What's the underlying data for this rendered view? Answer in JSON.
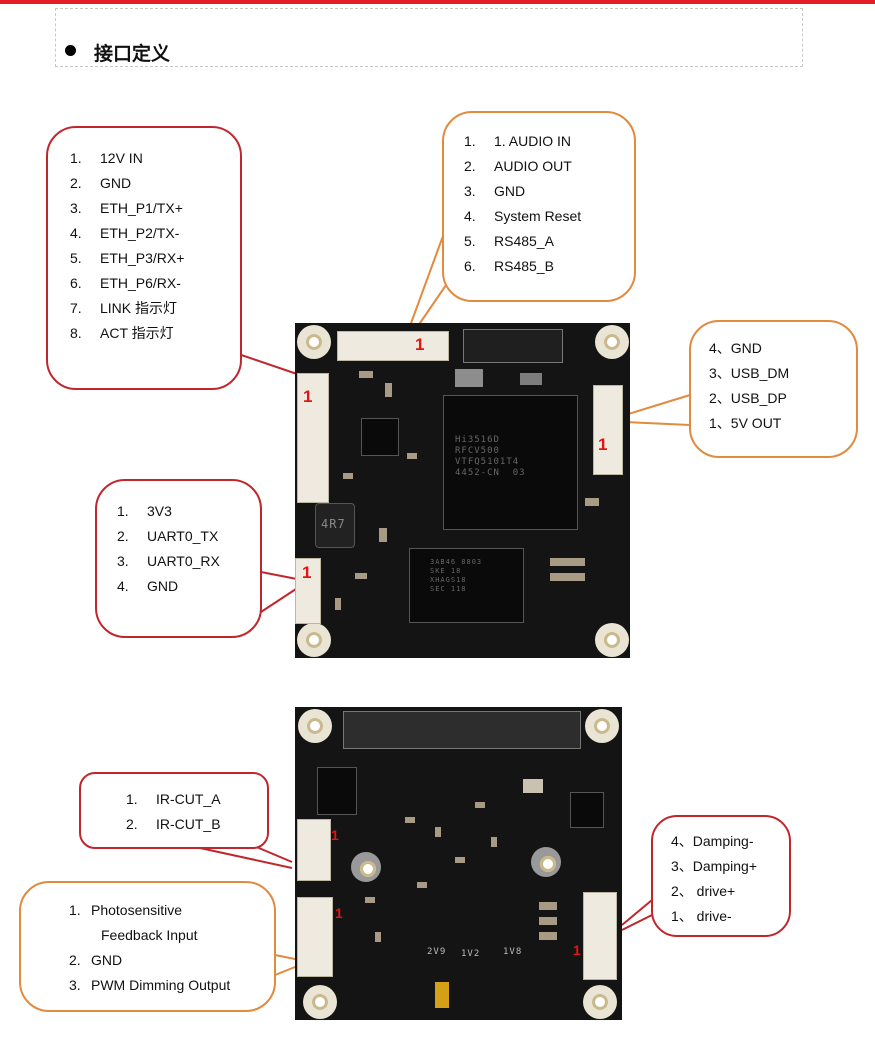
{
  "section": {
    "title": "接口定义"
  },
  "callouts": {
    "network": {
      "items": [
        {
          "n": "1.",
          "label": "12V IN"
        },
        {
          "n": "2.",
          "label": "GND"
        },
        {
          "n": "3.",
          "label": "ETH_P1/TX+"
        },
        {
          "n": "4.",
          "label": "ETH_P2/TX-"
        },
        {
          "n": "5.",
          "label": "ETH_P3/RX+"
        },
        {
          "n": "6.",
          "label": "ETH_P6/RX-"
        },
        {
          "n": "7.",
          "label": "LINK  指示灯"
        },
        {
          "n": "8.",
          "label": "ACT  指示灯"
        }
      ]
    },
    "audio": {
      "items": [
        {
          "n": "1.",
          "label": "1. AUDIO IN"
        },
        {
          "n": "2.",
          "label": "AUDIO OUT"
        },
        {
          "n": "3.",
          "label": "GND"
        },
        {
          "n": "4.",
          "label": "System Reset"
        },
        {
          "n": "5.",
          "label": "RS485_A"
        },
        {
          "n": "6.",
          "label": "RS485_B"
        }
      ]
    },
    "usb": {
      "items": [
        "4、GND",
        "3、USB_DM",
        "2、USB_DP",
        "1、5V OUT"
      ]
    },
    "uart": {
      "items": [
        {
          "n": "1.",
          "label": "3V3"
        },
        {
          "n": "2.",
          "label": "UART0_TX"
        },
        {
          "n": "3.",
          "label": "UART0_RX"
        },
        {
          "n": "4.",
          "label": "GND"
        }
      ]
    },
    "ircut": {
      "items": [
        {
          "n": "1.",
          "label": "IR-CUT_A"
        },
        {
          "n": "2.",
          "label": "IR-CUT_B"
        }
      ]
    },
    "lens": {
      "items": [
        "4、Damping-",
        "3、Damping+",
        "2、   drive+",
        "1、   drive-"
      ]
    },
    "photo": {
      "items": [
        {
          "n": "1.",
          "label": "Photosensitive"
        },
        {
          "n": "",
          "label": "Feedback Input"
        },
        {
          "n": "2.",
          "label": "GND"
        },
        {
          "n": "3.",
          "label": "PWM Dimming Output"
        }
      ]
    }
  },
  "board_top": {
    "pin_marker": "1",
    "chip_main": "Hi3516D\nRFCV500\nVTFQ5101T4\n4452-CN  03",
    "chip_mem": "3AB46 8803\nSKE 18\nXHAGS18\nSEC 118",
    "inductor": "4R7"
  },
  "board_bottom": {
    "pin_marker": "1",
    "labels": [
      "2V9",
      "1V2",
      "1V8"
    ]
  },
  "colors": {
    "accent": "#e41e26",
    "callout_red": "#c0272d",
    "callout_orange": "#e28a3e",
    "board": "#141414"
  }
}
